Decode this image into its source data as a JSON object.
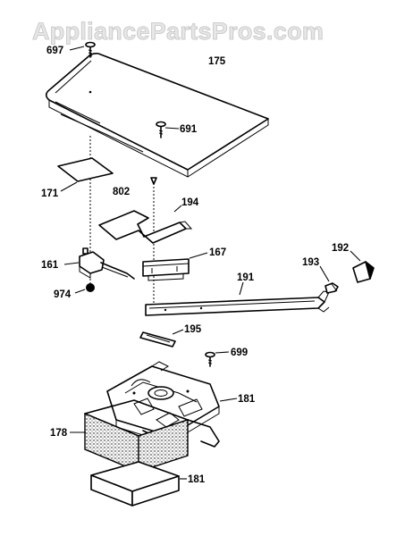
{
  "watermark": "AppliancePartsPros.com",
  "parts": {
    "p697": "697",
    "p175": "175",
    "p691": "691",
    "p171": "171",
    "p802": "802",
    "p194": "194",
    "p161": "161",
    "p167": "167",
    "p192": "192",
    "p193": "193",
    "p191": "191",
    "p974": "974",
    "p195": "195",
    "p699": "699",
    "p181a": "181",
    "p178": "178",
    "p181b": "181"
  }
}
